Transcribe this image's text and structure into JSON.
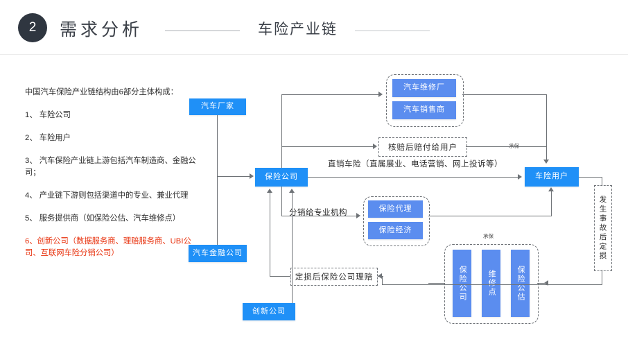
{
  "header": {
    "badge": "2",
    "title": "需求分析",
    "subtitle": "车险产业链"
  },
  "lead": {
    "intro": "中国汽车保险产业链结构由6部分主体构成：",
    "items": [
      "1、 车险公司",
      "2、 车险用户",
      "3、 汽车保险产业链上游包括汽车制造商、金融公司；",
      "4、 产业链下游则包括渠道中的专业、兼业代理",
      "5、 服务提供商（如保险公估、汽车维修点）",
      "6、创新公司（数据服务商、理赔服务商、UBI公司、互联网车险分销公司）"
    ],
    "highlight_color": "#e8320e"
  },
  "diagram": {
    "colors": {
      "node": "#1f90f7",
      "node_soft": "#5b8def",
      "line": "#6e7276",
      "dash": "#73777c"
    },
    "nodes": {
      "automaker": "汽车厂家",
      "insurer": "保险公司",
      "auto_finance": "汽车金融公司",
      "innovation": "创新公司",
      "policyholder": "车险用户",
      "repair_factory": "汽车维修厂",
      "car_dealer": "汽车销售商",
      "ins_agent": "保险代理",
      "ins_broker": "保险经济",
      "svc_insurer": "保险公司",
      "svc_repair": "维修点",
      "svc_assessor": "保险公估"
    },
    "dash_boxes": {
      "claim_payout": "核赔后赔付给用户",
      "claim_settle": "定损后保险公司理赔",
      "loss_assessment": "发生事故后定损"
    },
    "labels": {
      "direct_sales": "直销车险（直属展业、电话营销、网上投诉等）",
      "distribute": "分销给专业机构",
      "underwrite_top": "承保",
      "underwrite_bottom": "承保"
    }
  }
}
